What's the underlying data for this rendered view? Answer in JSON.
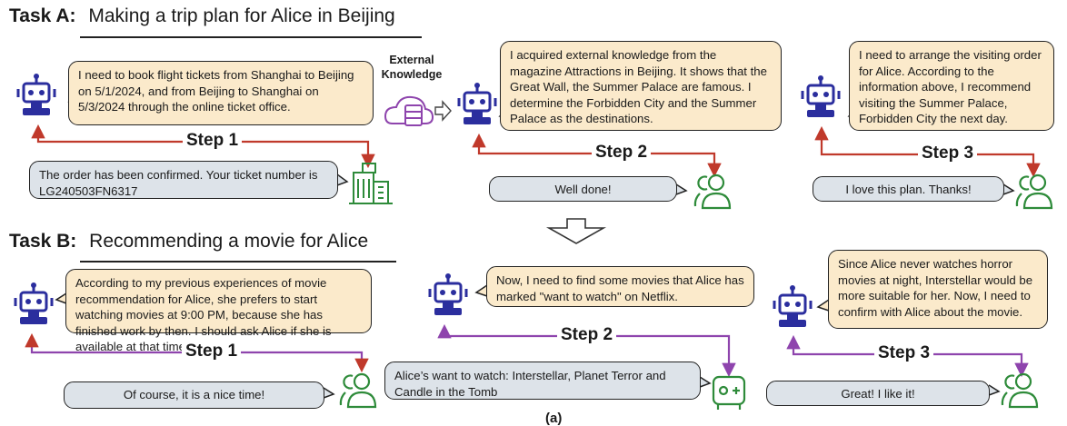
{
  "task_a": {
    "label": "Task A:",
    "title": "Making a trip plan for Alice in Beijing",
    "step1": {
      "step_label": "Step 1",
      "agent_text": "I need to book flight tickets from Shanghai to Beijing on 5/1/2024, and from Beijing to Shanghai on 5/3/2024 through the online ticket office.",
      "env_text": "The order has been confirmed. Your ticket number is LG240503FN6317"
    },
    "external_knowledge": "External Knowledge",
    "step2": {
      "step_label": "Step 2",
      "agent_text": "I acquired external knowledge from the magazine Attractions in Beijing. It shows that the Great Wall, the Summer Palace are famous. I determine the Forbidden City and the Summer Palace as the destinations.",
      "env_text": "Well done!"
    },
    "step3": {
      "step_label": "Step 3",
      "agent_text": "I need to arrange the visiting order for Alice. According to the information above, I recommend visiting the Summer Palace, Forbidden City the next day.",
      "env_text": "I love this plan. Thanks!"
    }
  },
  "task_b": {
    "label": "Task B:",
    "title": "Recommending a movie for Alice",
    "step1": {
      "step_label": "Step 1",
      "agent_text": "According to my previous experiences of movie recommendation for Alice, she prefers to start watching movies at 9:00 PM, because she has finished work by then. I should ask Alice if she is available at that time.",
      "env_text": "Of course, it is a nice time!"
    },
    "step2": {
      "step_label": "Step 2",
      "agent_text": "Now, I need to find some movies that Alice has marked \"want to watch\" on Netflix.",
      "env_text": "Alice’s want to watch: Interstellar, Planet Terror and Candle in the Tomb"
    },
    "step3": {
      "step_label": "Step 3",
      "agent_text": "Since Alice never watches horror movies at night, Interstellar would be more suitable for her. Now, I need to confirm with Alice about the movie.",
      "env_text": "Great! I like it!"
    }
  },
  "panel_label": "(a)",
  "colors": {
    "robot": "#2b2e9e",
    "task_a_arrow": "#c0392b",
    "task_b_arrow": "#8e44ad",
    "user": "#2e8b3a",
    "knowledge": "#8e44ad",
    "agent_bubble": "#fbeacb",
    "env_bubble": "#dde3e9"
  },
  "icons": [
    "robot-icon",
    "building-icon",
    "user-icon",
    "knowledge-db-icon",
    "gamepad-icon",
    "right-arrow-icon",
    "down-arrow-icon"
  ]
}
